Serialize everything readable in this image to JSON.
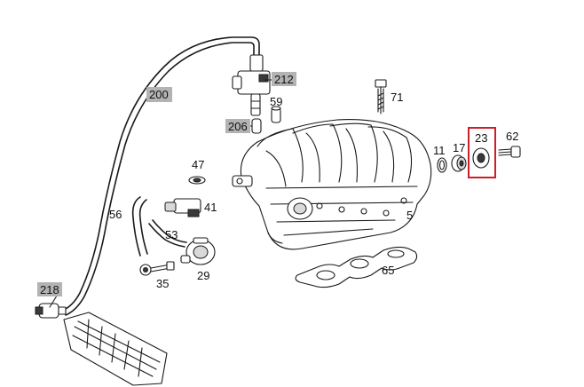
{
  "parts": [
    {
      "id": "p200",
      "label": "200",
      "highlighted": true
    },
    {
      "id": "p212",
      "label": "212",
      "highlighted": true
    },
    {
      "id": "p206",
      "label": "206",
      "highlighted": true
    },
    {
      "id": "p218",
      "label": "218",
      "highlighted": true
    },
    {
      "id": "p59",
      "label": "59",
      "highlighted": false
    },
    {
      "id": "p71",
      "label": "71",
      "highlighted": false
    },
    {
      "id": "p47",
      "label": "47",
      "highlighted": false
    },
    {
      "id": "p41",
      "label": "41",
      "highlighted": false
    },
    {
      "id": "p56",
      "label": "56",
      "highlighted": false
    },
    {
      "id": "p53",
      "label": "53",
      "highlighted": false
    },
    {
      "id": "p35",
      "label": "35",
      "highlighted": false
    },
    {
      "id": "p29",
      "label": "29",
      "highlighted": false
    },
    {
      "id": "p11",
      "label": "11",
      "highlighted": false
    },
    {
      "id": "p17",
      "label": "17",
      "highlighted": false
    },
    {
      "id": "p23",
      "label": "23",
      "highlighted": false,
      "selected": true
    },
    {
      "id": "p62",
      "label": "62",
      "highlighted": false
    },
    {
      "id": "p5",
      "label": "5",
      "highlighted": false
    },
    {
      "id": "p65",
      "label": "65",
      "highlighted": false
    }
  ],
  "colors": {
    "label_highlight": "#b3b3b3",
    "selection_frame": "#cc1f2a",
    "line": "#1a1a1a"
  }
}
